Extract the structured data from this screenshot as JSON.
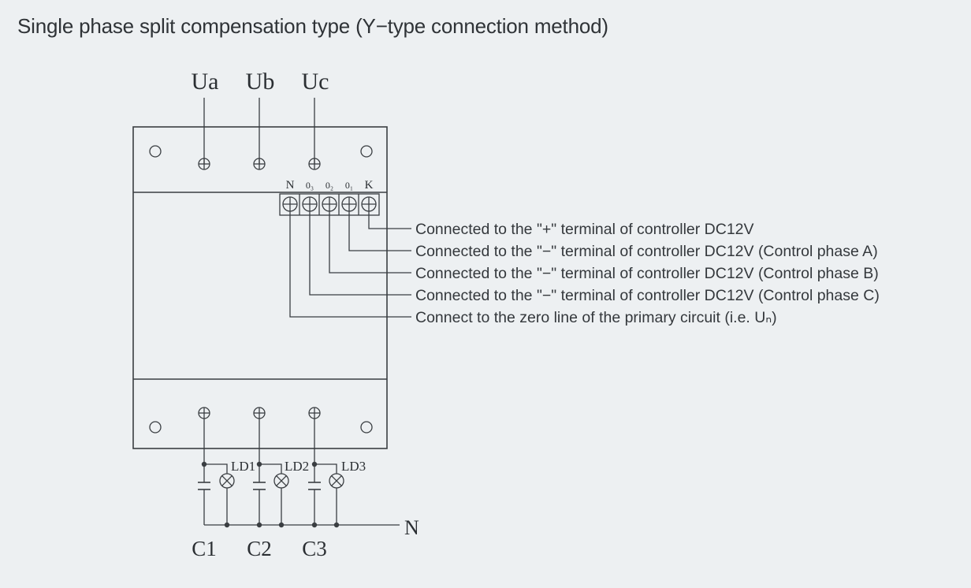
{
  "title": "Single phase split compensation type (Y−type connection method)",
  "inputs": [
    {
      "label": "Ua"
    },
    {
      "label": "Ub"
    },
    {
      "label": "Uc"
    }
  ],
  "terminals": [
    {
      "label": "N"
    },
    {
      "label": "0₃"
    },
    {
      "label": "0₂"
    },
    {
      "label": "0₁"
    },
    {
      "label": "K"
    }
  ],
  "connections": [
    {
      "terminal": "K",
      "text": "Connected to the \"+\" terminal of controller DC12V"
    },
    {
      "terminal": "0₁",
      "text": "Connected to the \"−\" terminal of controller DC12V (Control phase A)"
    },
    {
      "terminal": "0₂",
      "text": "Connected to the \"−\" terminal of controller DC12V (Control phase B)"
    },
    {
      "terminal": "0₃",
      "text": "Connected to the \"−\" terminal of controller DC12V (Control phase C)"
    },
    {
      "terminal": "N",
      "text": "Connect to the zero line of the primary circuit (i.e. Uₙ)"
    }
  ],
  "lamps": [
    {
      "label": "LD1"
    },
    {
      "label": "LD2"
    },
    {
      "label": "LD3"
    }
  ],
  "capacitors": [
    {
      "label": "C1"
    },
    {
      "label": "C2"
    },
    {
      "label": "C3"
    }
  ],
  "neutral_label": "N",
  "colors": {
    "background": "#edf0f2",
    "line": "#3a3e42"
  }
}
